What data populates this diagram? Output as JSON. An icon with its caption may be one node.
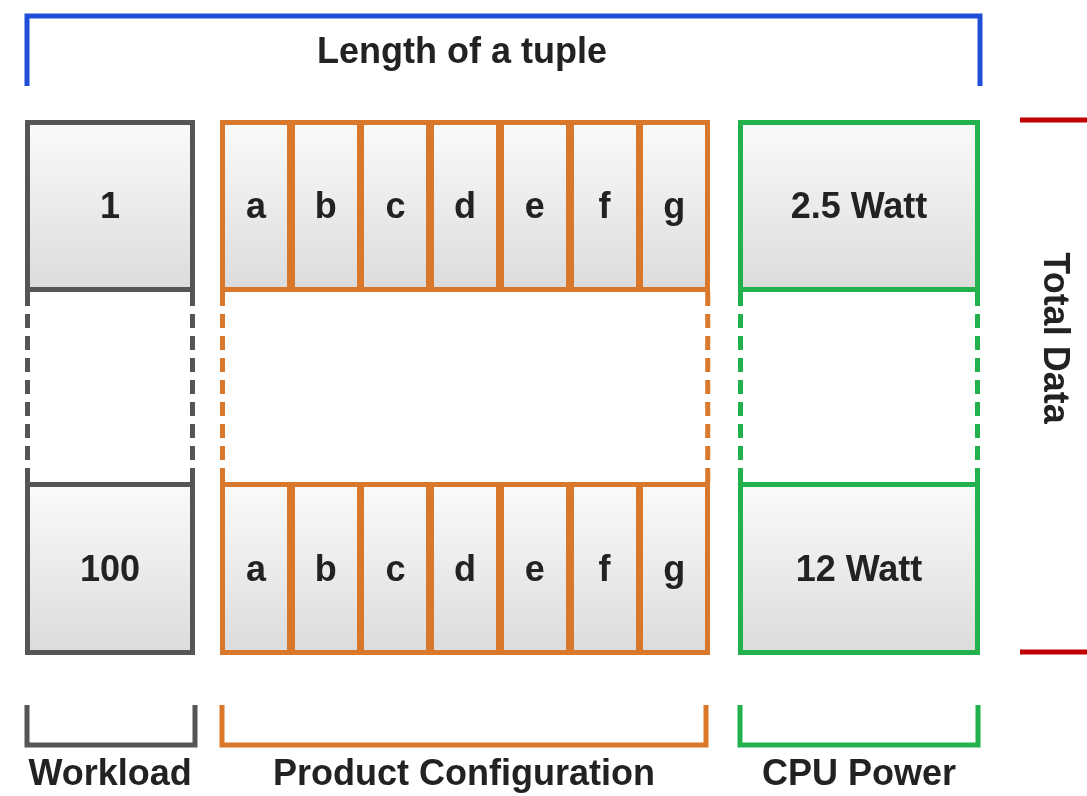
{
  "diagram": {
    "nodes": [
      {
        "text": [
          "1"
        ]
      },
      {
        "text": [
          "a"
        ]
      },
      {
        "text": [
          "b"
        ]
      },
      {
        "text": [
          "c"
        ]
      },
      {
        "text": [
          "d"
        ]
      },
      {
        "text": [
          "e"
        ]
      },
      {
        "text": [
          "f"
        ]
      },
      {
        "text": [
          "g"
        ]
      },
      {
        "text": [
          "2.5 Watt"
        ]
      },
      {
        "text": [
          "100"
        ]
      },
      {
        "text": [
          "a"
        ]
      },
      {
        "text": [
          "b"
        ]
      },
      {
        "text": [
          "c"
        ]
      },
      {
        "text": [
          "d"
        ]
      },
      {
        "text": [
          "e"
        ]
      },
      {
        "text": [
          "f"
        ]
      },
      {
        "text": [
          "g"
        ]
      },
      {
        "text": [
          "12 Watt"
        ]
      }
    ],
    "edges": [
      {
        "from": 0,
        "to": 9,
        "arrow": "none",
        "style": "dashed",
        "color": "#555555"
      },
      {
        "from": 0,
        "to": 9,
        "arrow": "none",
        "style": "dashed",
        "color": "#555555"
      },
      {
        "from": 1,
        "to": 10,
        "arrow": "none",
        "style": "dashed",
        "color": "#d9782a"
      },
      {
        "from": 7,
        "to": 16,
        "arrow": "none",
        "style": "dashed",
        "color": "#d9782a"
      },
      {
        "from": 8,
        "to": 17,
        "arrow": "none",
        "style": "dashed",
        "color": "#22b14c"
      },
      {
        "from": 8,
        "to": 17,
        "arrow": "none",
        "style": "dashed",
        "color": "#22b14c"
      }
    ],
    "labels": [
      "Length of a tuple",
      "Total Data",
      "Workload",
      "Product Configuration",
      "CPU Power"
    ]
  }
}
